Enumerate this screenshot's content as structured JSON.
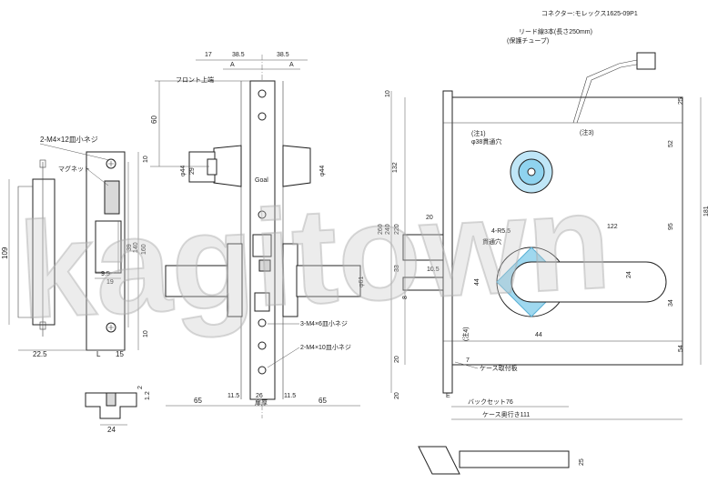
{
  "watermark": "kagitown",
  "labels": {
    "connector": "コネクター:モレックス1625-09P1",
    "lead_wire": "リード線3本(長さ250mm)",
    "protect_tube": "(保護チューブ)",
    "front_top": "フロント上端",
    "screw_m4x12": "2-M4×12皿小ネジ",
    "magnet": "マグネット",
    "screw_m4x6": "3-M4×6皿小ネジ",
    "screw_m4x10": "2-M4×10皿小ネジ",
    "case_plate": "ケース取付板",
    "note1": "(注1)",
    "hole38": "φ38貫通穴",
    "note3": "(注3)",
    "note4": "(注4)",
    "r55": "4-R5.5",
    "through_hole": "貫通穴",
    "backset": "バックセット76",
    "case_depth": "ケース奥行き111",
    "door_thickness": "扉厚",
    "brand": "Goal"
  },
  "dims": {
    "d17": "17",
    "d38_5a": "38.5",
    "d38_5b": "38.5",
    "dA1": "A",
    "dA2": "A",
    "d60": "60",
    "d29": "29",
    "d44a": "φ44",
    "d44b": "φ44",
    "d61": "φ61",
    "d65a": "65",
    "d11_5a": "11.5",
    "d26": "26",
    "d11_5b": "11.5",
    "d65b": "65",
    "d10a": "10",
    "d39": "39",
    "d140": "140",
    "d160": "160",
    "d109": "109",
    "d9_5": "9.5",
    "d19": "19",
    "d10b": "10",
    "d22_5": "22.5",
    "dL": "L",
    "d15": "15",
    "d24": "24",
    "d2": "2",
    "d1_2": "1.2",
    "r10": "10",
    "r25": "25",
    "r52": "52",
    "r132": "132",
    "r181": "181",
    "r260": "260",
    "r240": "240",
    "r220": "220",
    "r95": "95",
    "r20a": "20",
    "r122": "122",
    "r33": "33",
    "r10_5": "10.5",
    "r8": "8",
    "r44a": "44",
    "r24": "24",
    "r34": "34",
    "r44b": "44",
    "r54": "54",
    "r20b": "20",
    "r20c": "20",
    "r7": "7",
    "r25b": "25",
    "rE": "E"
  }
}
